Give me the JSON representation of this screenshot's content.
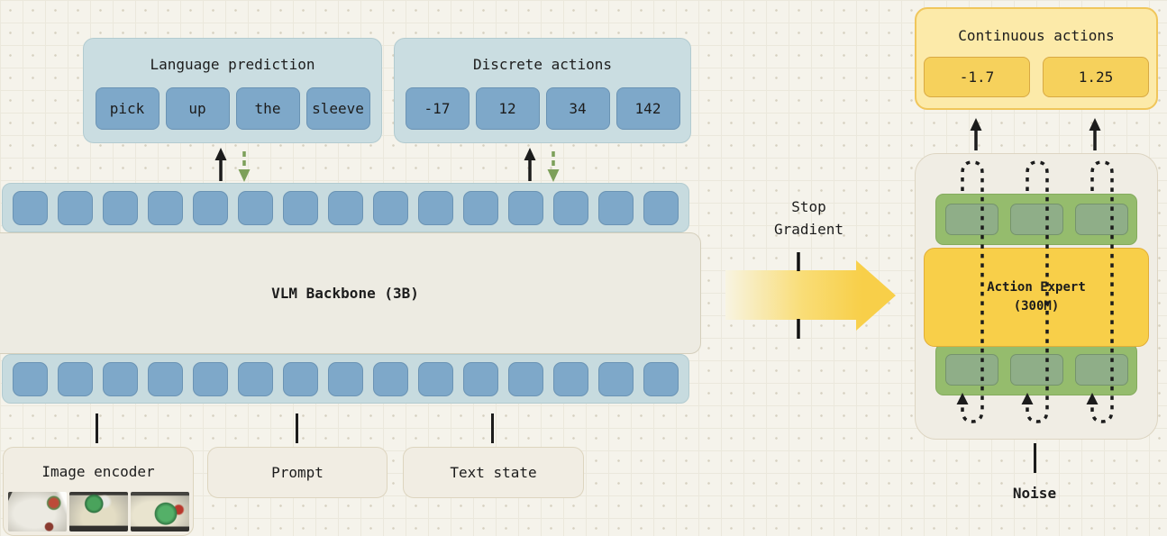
{
  "colors": {
    "background": "#f5f3eb",
    "panel_blue": "#cadde1",
    "token_blue": "#7ea8c9",
    "backbone_gray": "#edebe2",
    "input_cream": "#f1ede3",
    "arrow_yellow": "#f8cf49",
    "continuous_light_yellow": "#fceaa9",
    "value_token_yellow": "#f6d15c",
    "module_gray": "#f0ede4",
    "green_band": "#95bc6d",
    "green_token": "#8fae88",
    "green_arrow": "#7da05a"
  },
  "language_prediction": {
    "title": "Language prediction",
    "tokens": [
      "pick",
      "up",
      "the",
      "sleeve"
    ]
  },
  "discrete_actions": {
    "title": "Discrete actions",
    "tokens": [
      "-17",
      "12",
      "34",
      "142"
    ]
  },
  "backbone": {
    "label": "VLM Backbone (3B)",
    "top_token_count": 15,
    "bottom_token_count": 15
  },
  "inputs": {
    "image_encoder": {
      "label": "Image encoder",
      "camera_count": 3
    },
    "prompt": {
      "label": "Prompt"
    },
    "text_state": {
      "label": "Text state"
    }
  },
  "stop_gradient": {
    "line1": "Stop",
    "line2": "Gradient"
  },
  "continuous_actions": {
    "title": "Continuous actions",
    "tokens": [
      "-1.7",
      "1.25"
    ]
  },
  "expert_module": {
    "title_line1": "Action Expert",
    "title_line2": "(300M)",
    "top_token_count": 3,
    "bottom_token_count": 3,
    "loop_count": 3
  },
  "noise": {
    "label": "Noise"
  }
}
